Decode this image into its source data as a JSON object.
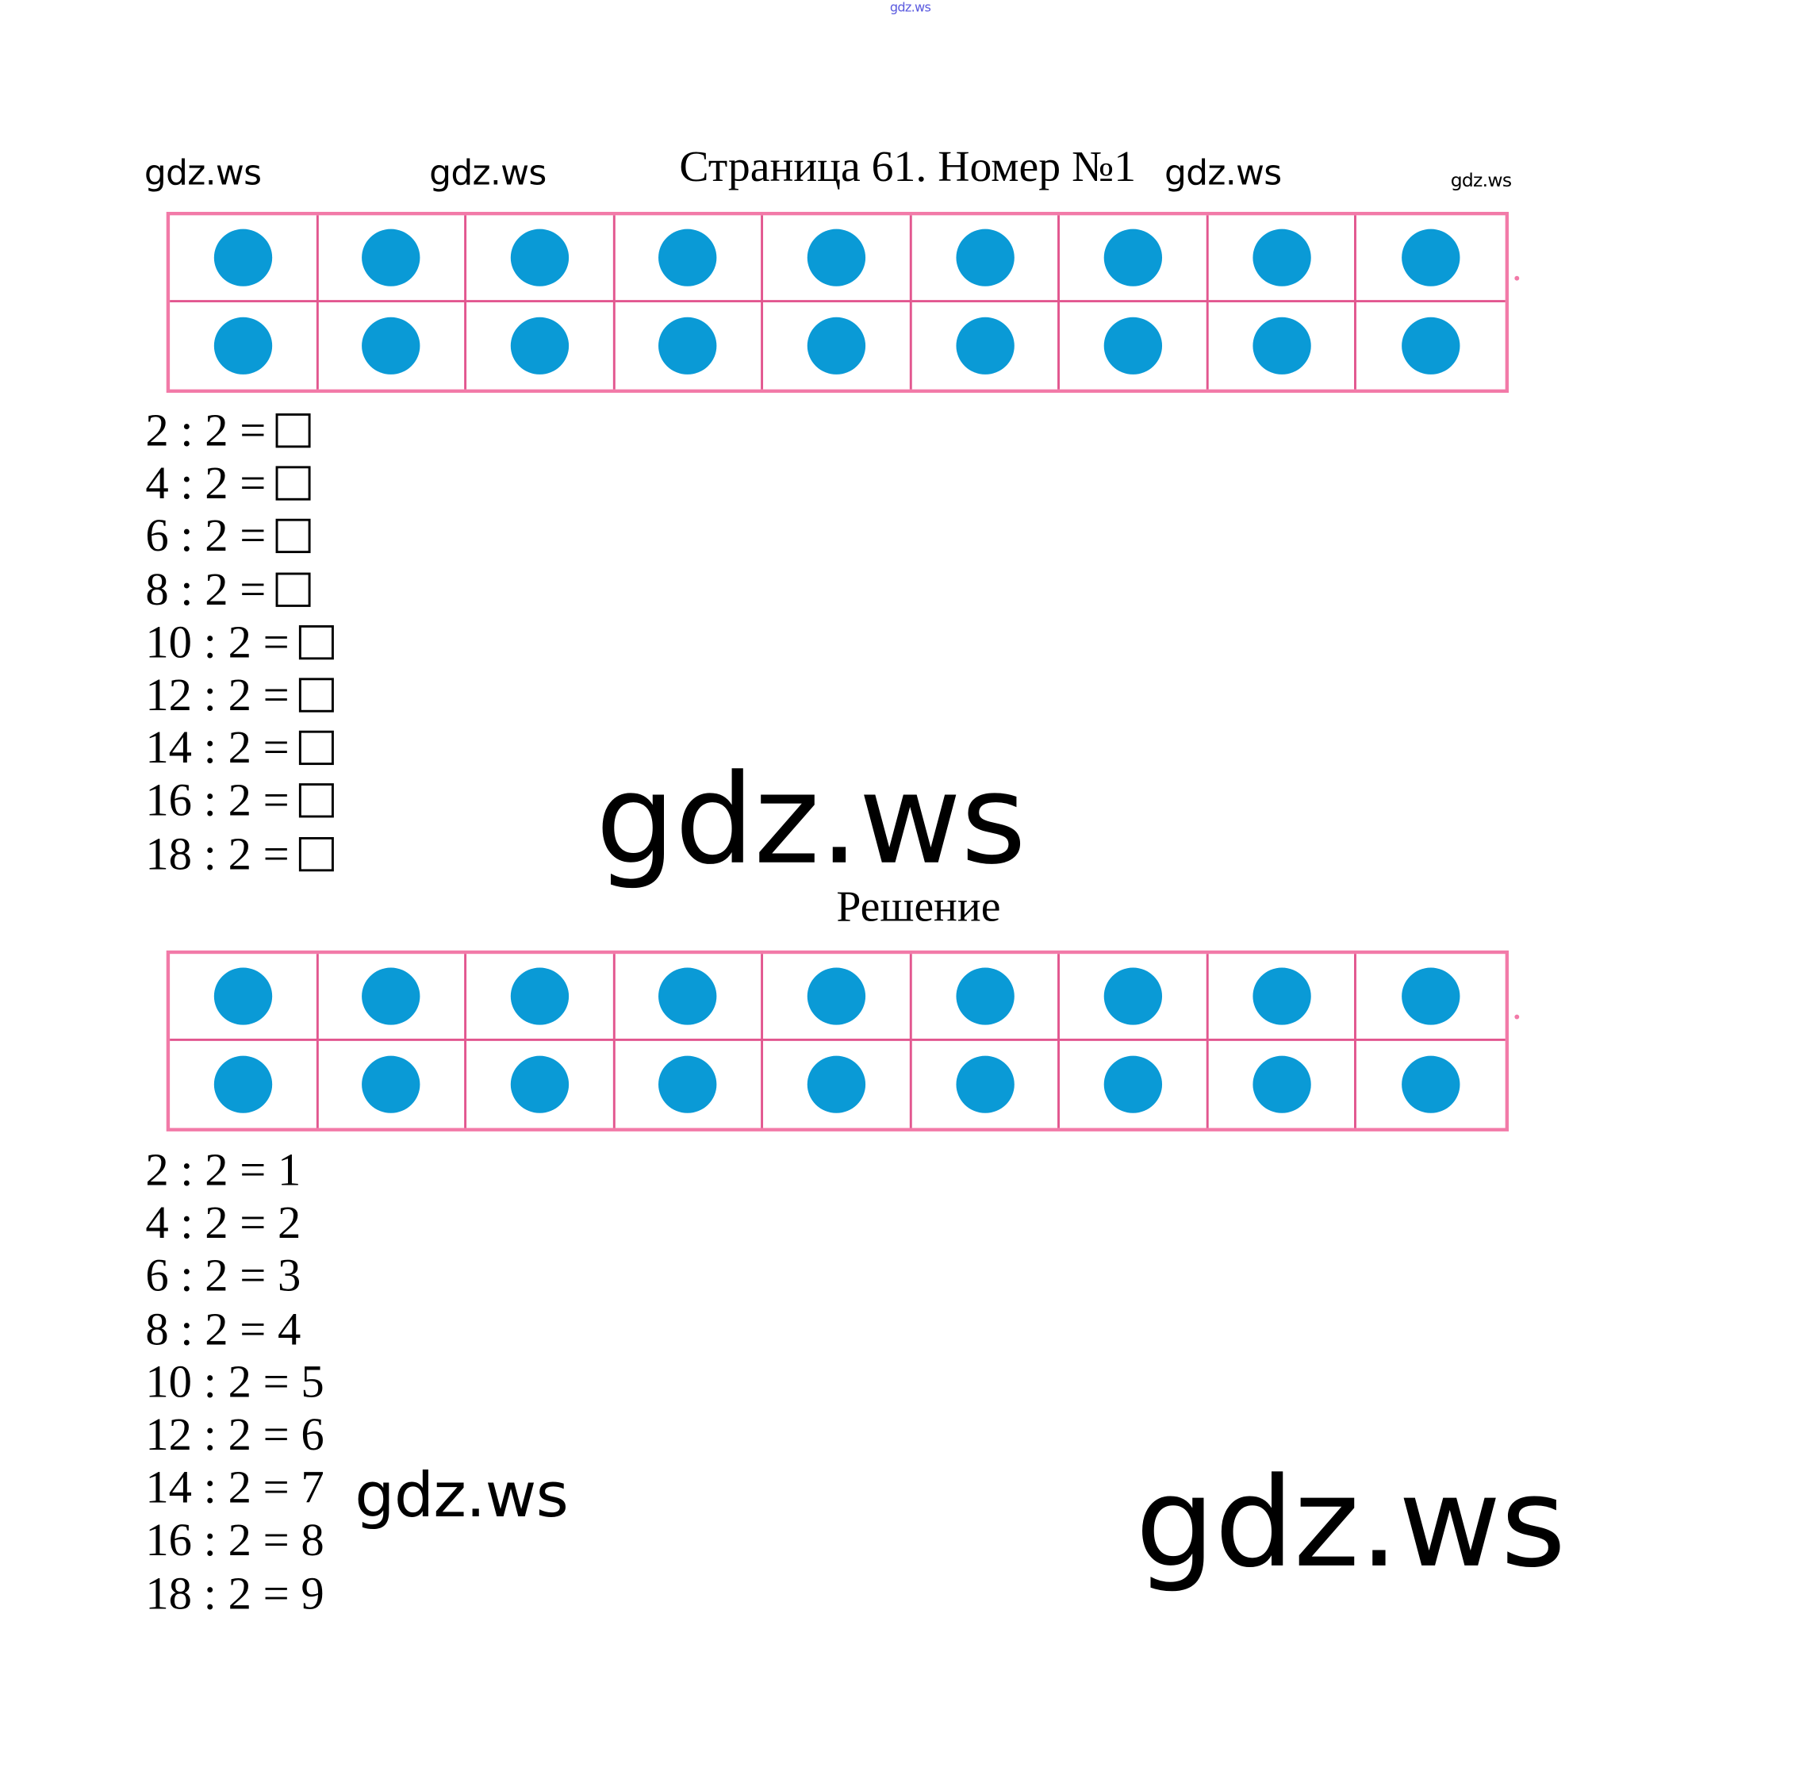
{
  "watermark": "gdz.ws",
  "top_watermark": "gdz.ws",
  "title": "Страница 61. Номер №1",
  "solution_label": "Решение",
  "grid": {
    "rows": 2,
    "columns": 9,
    "dot_color": "#0a9ad6",
    "border_color": "#f27aa8"
  },
  "task_equations": [
    "2 : 2 =",
    "4 : 2 =",
    "6 : 2 =",
    "8 : 2 =",
    "10 : 2 =",
    "12 : 2 =",
    "14 : 2 =",
    "16 : 2 =",
    "18 : 2 ="
  ],
  "solution_equations": [
    "2 : 2 = 1",
    "4 : 2 = 2",
    "6 : 2 = 3",
    "8 : 2 = 4",
    "10 : 2 = 5",
    "12 : 2 = 6",
    "14 : 2 = 7",
    "16 : 2 = 8",
    "18 : 2 = 9"
  ]
}
